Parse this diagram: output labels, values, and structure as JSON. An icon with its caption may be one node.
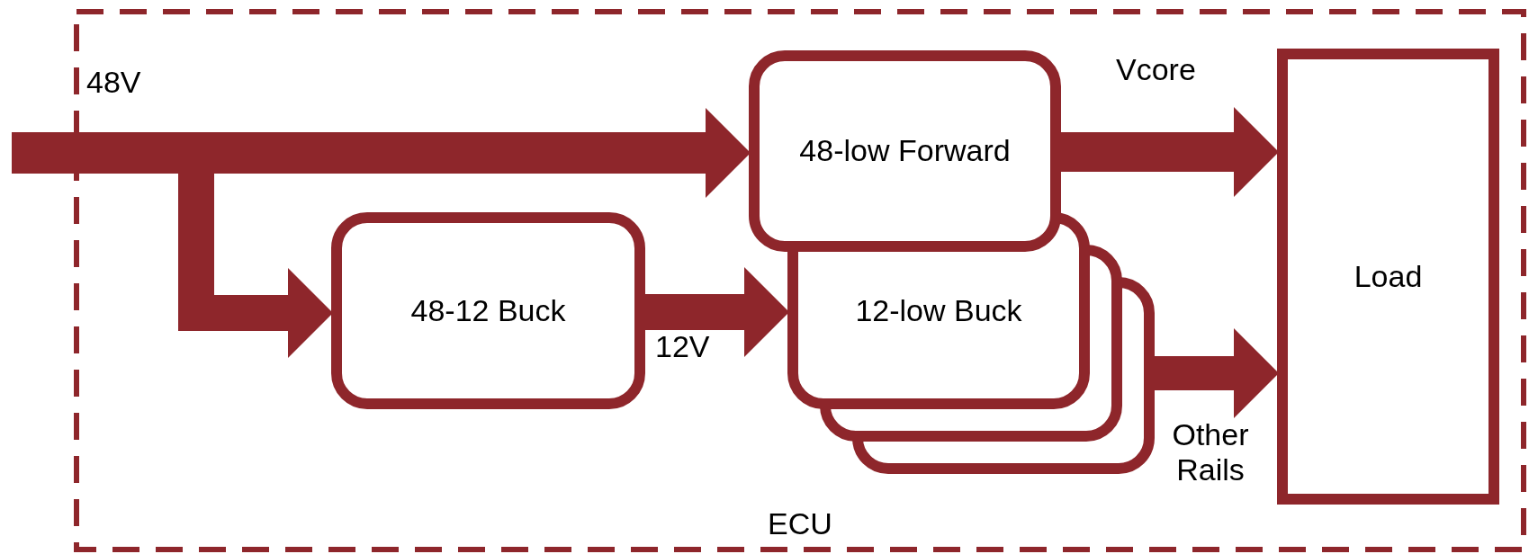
{
  "diagram": {
    "nodes": [
      {
        "text": [
          "ECU"
        ]
      },
      {
        "text": [
          "48-low Forward"
        ],
        "in": 0
      },
      {
        "text": [
          "48-12 Buck"
        ],
        "in": 0
      },
      {
        "text": [
          "12-low Buck"
        ],
        "in": 0
      },
      {
        "text": [
          "Load"
        ],
        "in": 0
      }
    ],
    "edges": [
      {
        "from": null,
        "to": 1,
        "arrow": "to",
        "label": "48V"
      },
      {
        "from": null,
        "to": 2,
        "arrow": "to"
      },
      {
        "from": 2,
        "to": 3,
        "arrow": "to",
        "label": "12V"
      },
      {
        "from": 1,
        "to": 4,
        "arrow": "to",
        "label": "Vcore"
      },
      {
        "from": 3,
        "to": 4,
        "arrow": "to",
        "label": "Other Rails"
      }
    ]
  }
}
